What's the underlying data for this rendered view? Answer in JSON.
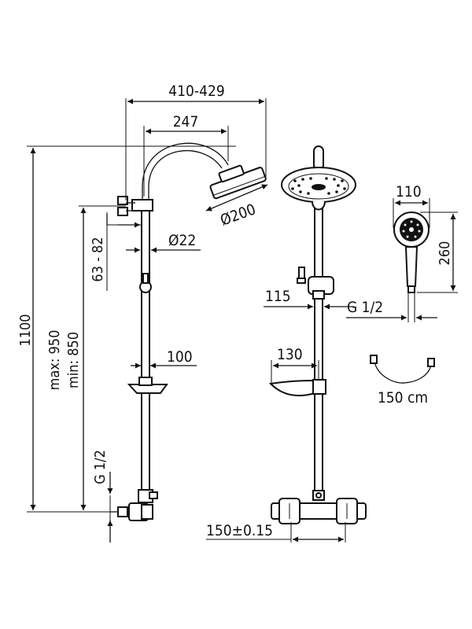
{
  "dimensions": {
    "overhead_reach": "410-429",
    "arm_length": "247",
    "head_diameter": "Ø200",
    "total_height": "1100",
    "height_range": "max: 950\nmin: 850",
    "height_max": "max: 950",
    "height_min": "min: 850",
    "wall_bracket_offset": "63 - 82",
    "pipe_diameter": "Ø22",
    "shelf_depth": "100",
    "inlet_thread_left": "G 1/2",
    "slider_width": "115",
    "shelf_width": "130",
    "hand_shower_width": "110",
    "hand_shower_length": "260",
    "hand_shower_thread": "G 1/2",
    "hose_length": "150 cm",
    "inlet_spacing": "150±0.15"
  }
}
